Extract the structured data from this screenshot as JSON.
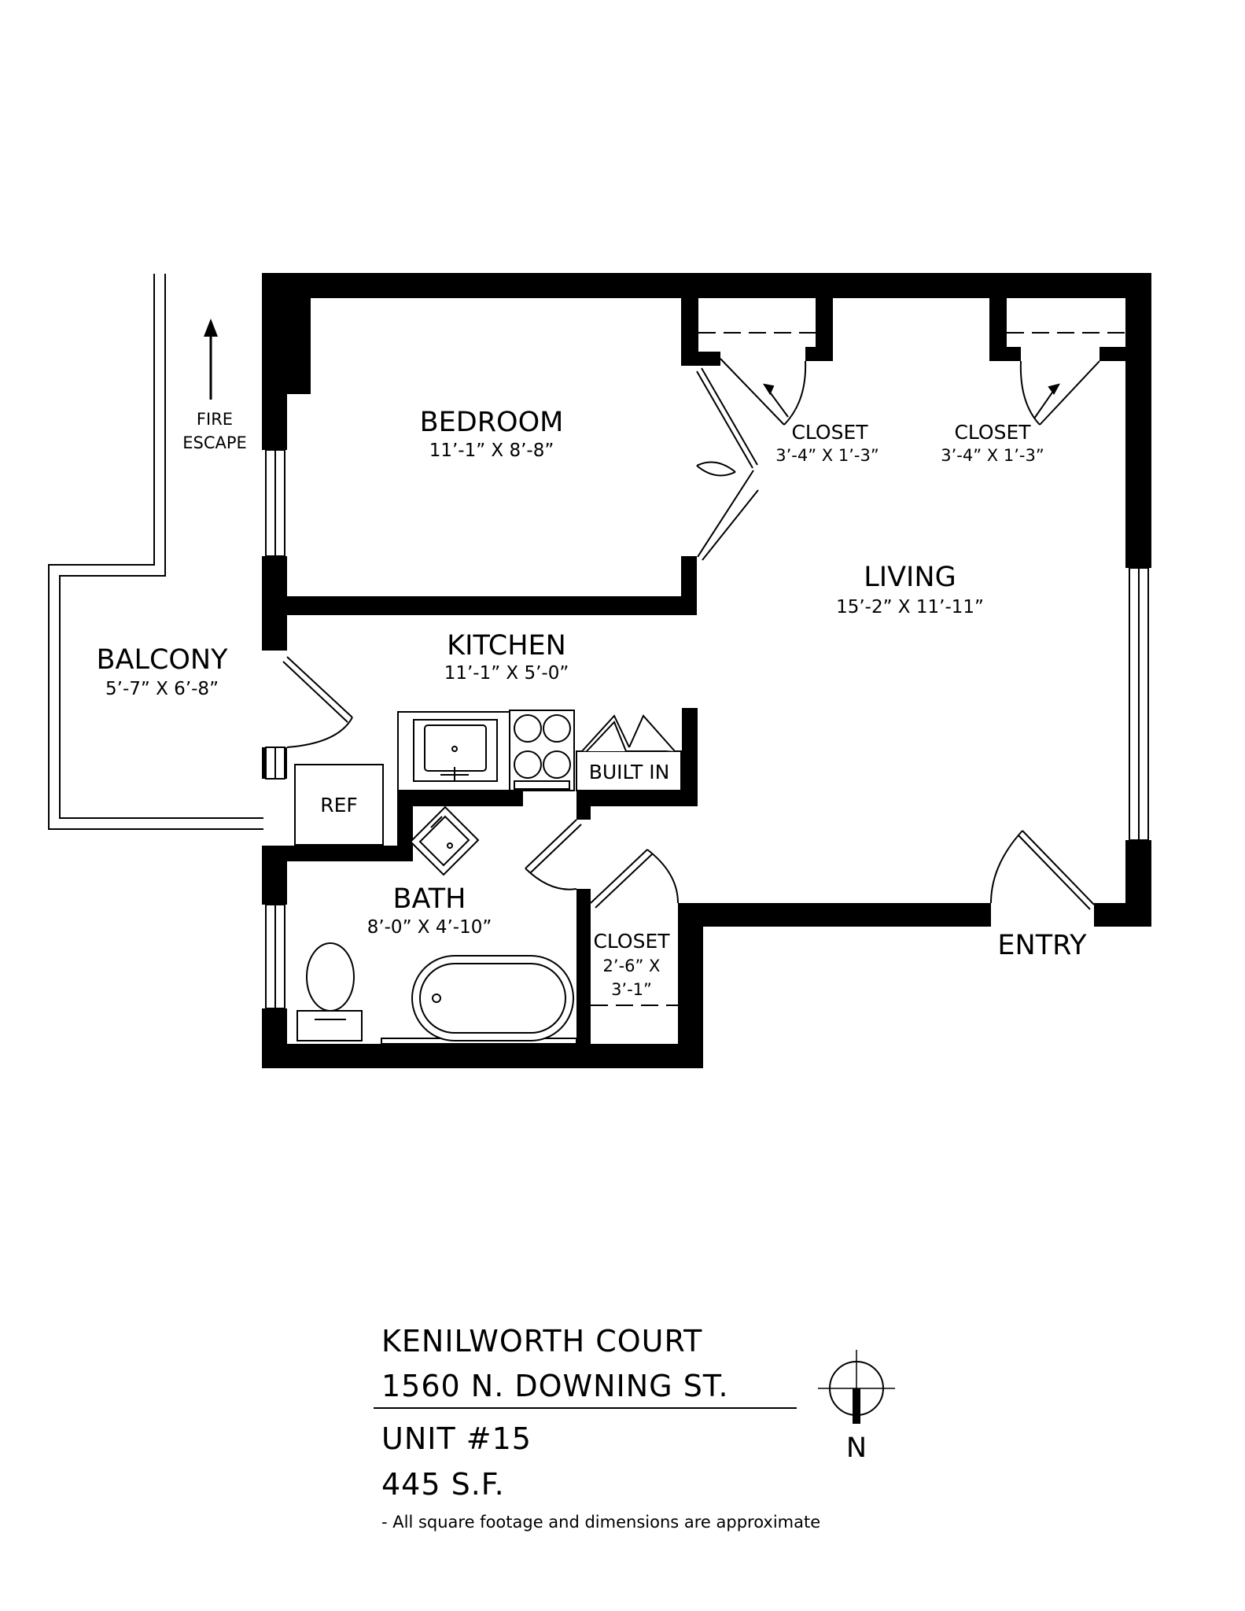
{
  "rooms": {
    "bedroom": {
      "name": "BEDROOM",
      "dims": "11’-1” X 8’-8”"
    },
    "living": {
      "name": "LIVING",
      "dims": "15’-2” X 11’-11”"
    },
    "kitchen": {
      "name": "KITCHEN",
      "dims": "11’-1” X 5’-0”"
    },
    "balcony": {
      "name": "BALCONY",
      "dims": "5’-7” X 6’-8”"
    },
    "bath": {
      "name": "BATH",
      "dims": "8’-0” X 4’-10”"
    },
    "closet_1": {
      "name": "CLOSET",
      "dims": "3’-4” X 1’-3”"
    },
    "closet_2": {
      "name": "CLOSET",
      "dims": "3’-4” X 1’-3”"
    },
    "closet_3": {
      "name": "CLOSET",
      "dims_line1": "2’-6” X",
      "dims_line2": "3’-1”"
    }
  },
  "labels": {
    "fire_escape_line1": "FIRE",
    "fire_escape_line2": "ESCAPE",
    "entry": "ENTRY",
    "ref": "REF",
    "built_in": "BUILT IN"
  },
  "info": {
    "building": "KENILWORTH COURT",
    "address": "1560 N. DOWNING ST.",
    "unit": "UNIT #15",
    "area": "445 S.F.",
    "note": "- All square footage and dimensions are approximate"
  },
  "compass": {
    "label": "N"
  }
}
